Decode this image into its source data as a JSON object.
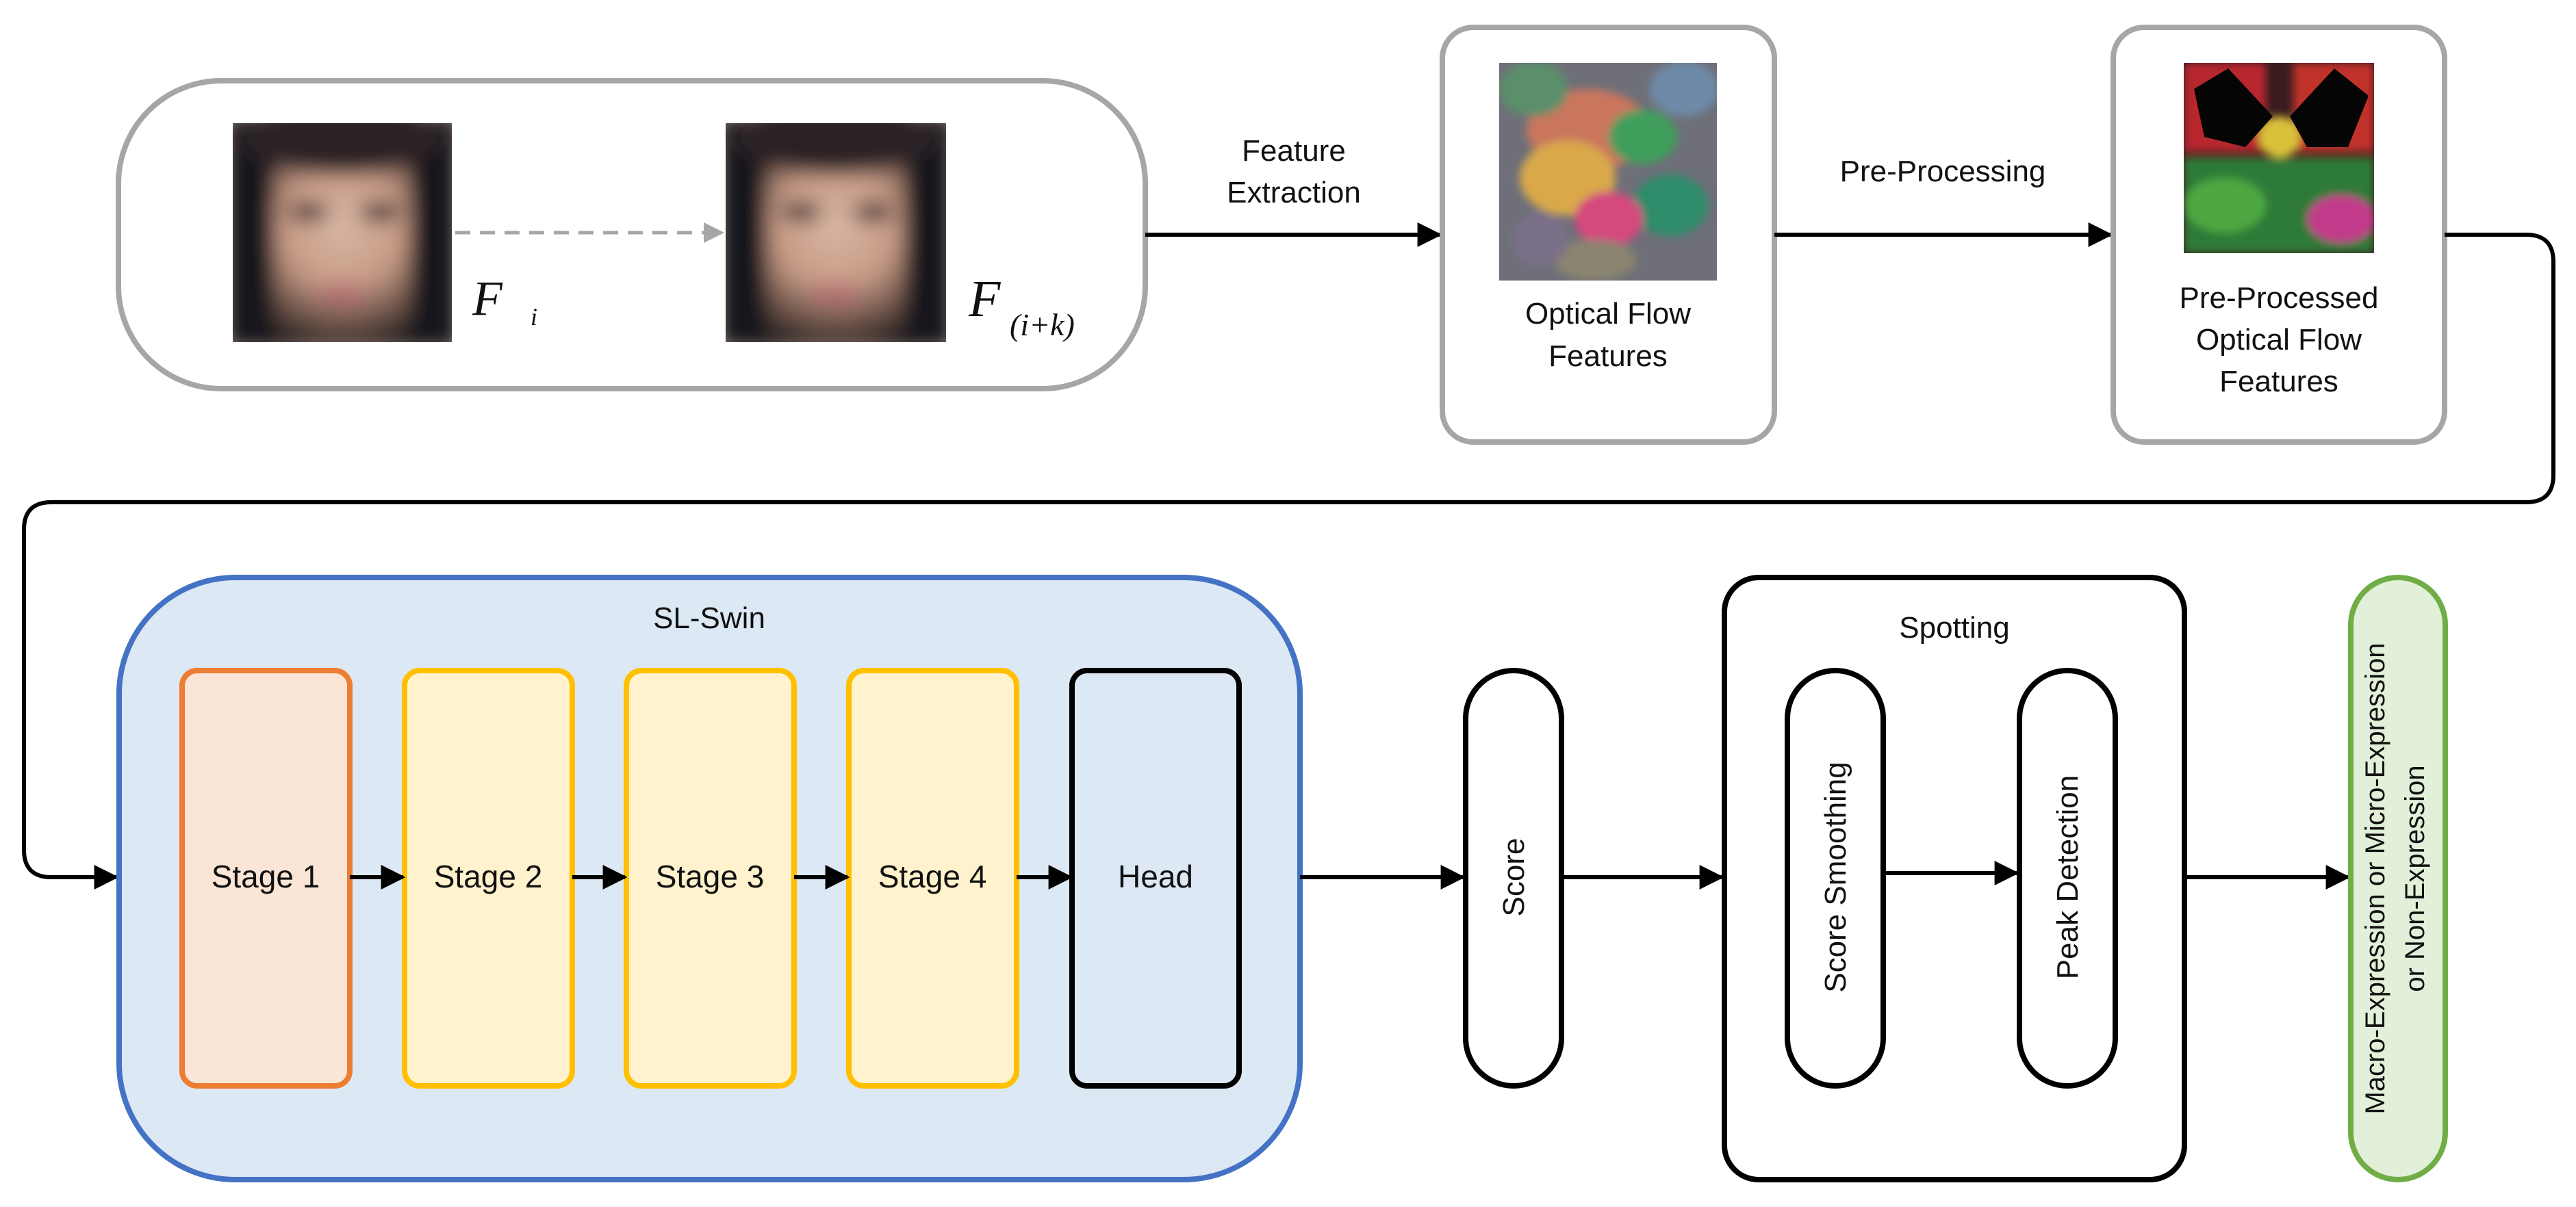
{
  "frames": {
    "onset_symbol": "F",
    "onset_subscript": "i",
    "offset_symbol": "F",
    "offset_subscript": "(i+k)"
  },
  "steps": {
    "feature_extraction_line1": "Feature",
    "feature_extraction_line2": "Extraction",
    "pre_processing": "Pre-Processing"
  },
  "optical_flow": {
    "line1": "Optical Flow",
    "line2": "Features"
  },
  "preprocessed": {
    "line1": "Pre-Processed",
    "line2": "Optical Flow",
    "line3": "Features"
  },
  "model": {
    "title": "SL-Swin",
    "stage1": "Stage 1",
    "stage2": "Stage 2",
    "stage3": "Stage 3",
    "stage4": "Stage 4",
    "head": "Head"
  },
  "score": "Score",
  "spotting": {
    "title": "Spotting",
    "smoothing": "Score Smoothing",
    "peak": "Peak Detection"
  },
  "output": {
    "line1": "Macro-Expression or Micro-Expression",
    "line2": "or Non-Expression"
  },
  "colors": {
    "gray_border": "#a6a6a6",
    "swin_border": "#4472c4",
    "swin_fill": "#dde8f5",
    "stage1_border": "#ed7d31",
    "stage1_fill": "#fbe5d6",
    "stage_border": "#ffc000",
    "stage_fill": "#fff2cc",
    "output_border": "#70ad47",
    "output_fill": "#e2f0d9"
  }
}
